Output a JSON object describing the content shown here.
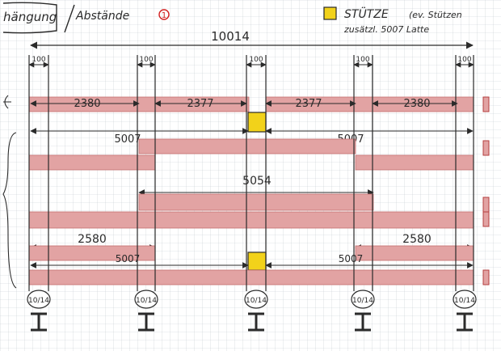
{
  "header": {
    "title": "hängung",
    "subtitle": "Abstände",
    "marker": "1",
    "legend_label": "STÜTZE",
    "legend_note_1": "(ev. Stützen",
    "legend_note_2": "zusätzl. 5007 Latte"
  },
  "dimensions": {
    "overall": "10014",
    "post_width": "100",
    "span_outer": "2380",
    "span_inner": "2377",
    "half_span": "5007",
    "middle_span": "5054",
    "side_span": "2580"
  },
  "posts": {
    "label": "10/14"
  },
  "colors": {
    "beam_fill": "#e2a3a3",
    "beam_stroke": "#c46d6d",
    "stuetze_fill": "#f2d21a",
    "grid_line": "#c5cbd1",
    "ink": "#2a2a2a"
  }
}
